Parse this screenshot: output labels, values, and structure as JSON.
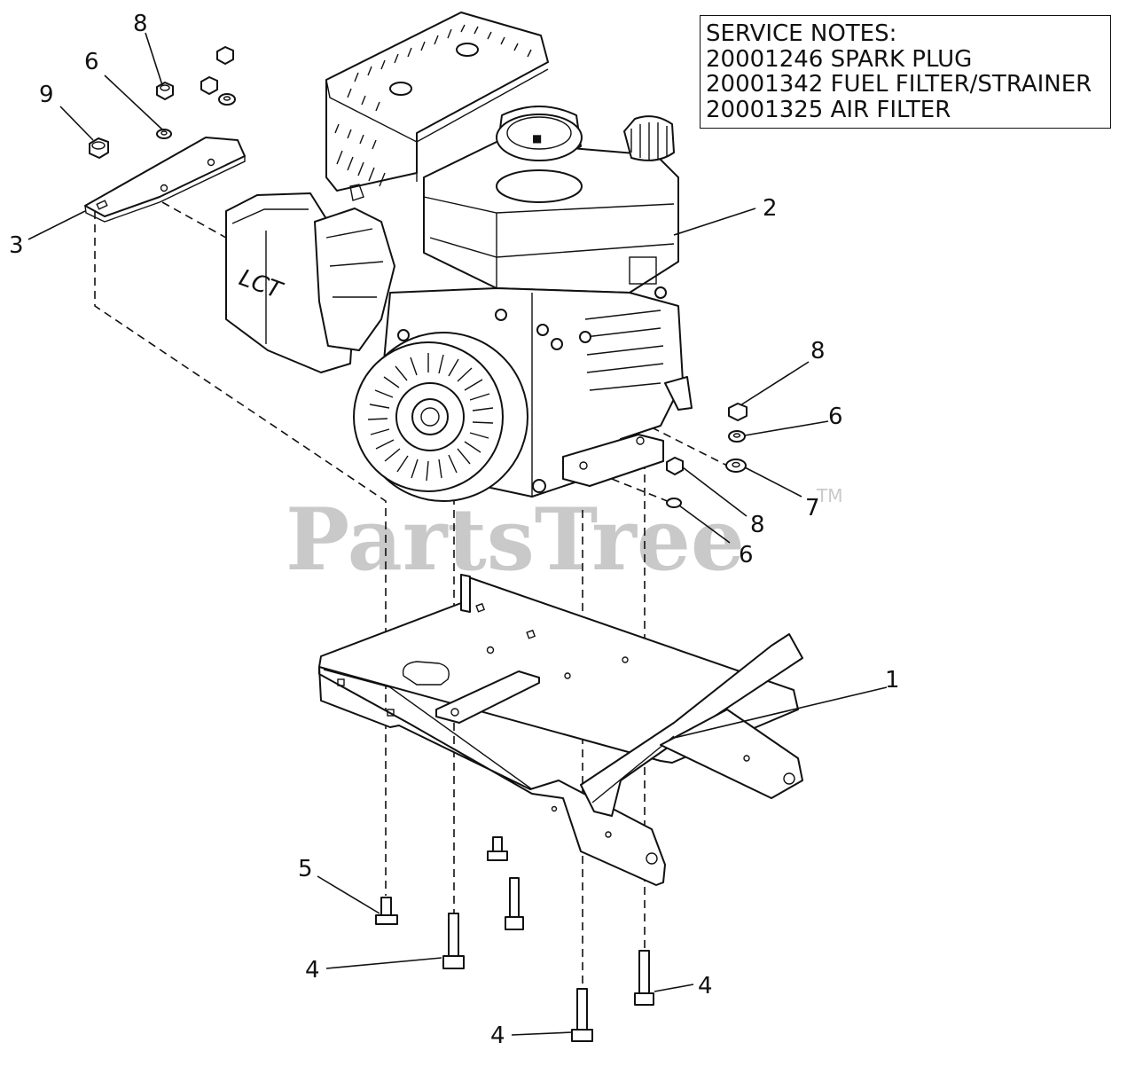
{
  "service_notes": {
    "heading": "SERVICE NOTES:",
    "lines": [
      "20001246 SPARK PLUG",
      "20001342 FUEL FILTER/STRAINER",
      "20001325 AIR FILTER"
    ]
  },
  "watermark": {
    "text": "PartsTree",
    "trademark": "TM"
  },
  "engine_cover_lettering": "LCT",
  "callouts": {
    "c1": "1",
    "c2": "2",
    "c3": "3",
    "c4a": "4",
    "c4b": "4",
    "c4c": "4",
    "c5": "5",
    "c6a": "6",
    "c6b": "6",
    "c6c": "6",
    "c7": "7",
    "c8a": "8",
    "c8b": "8",
    "c8c": "8",
    "c9": "9"
  }
}
